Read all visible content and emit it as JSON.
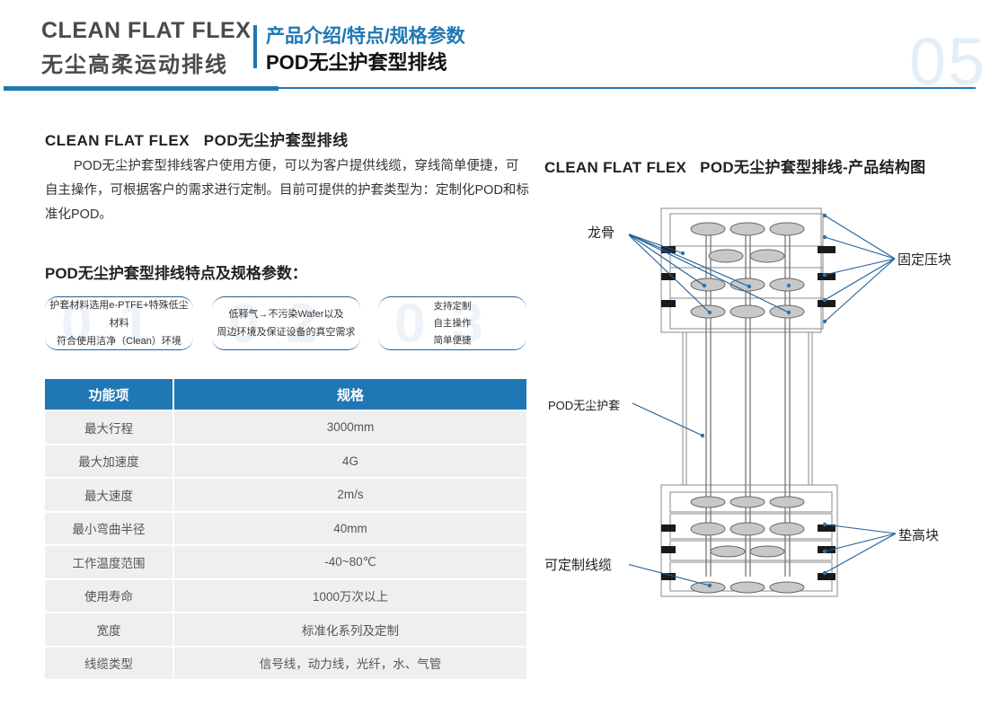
{
  "header": {
    "brand_en": "CLEAN FLAT FLEX",
    "brand_cn": "无尘高柔运动排线",
    "subtitle": "产品介绍/特点/规格参数",
    "title": "POD无尘护套型排线",
    "page_number": "05"
  },
  "intro": {
    "heading": "CLEAN FLAT FLEX   POD无尘护套型排线",
    "paragraph": "POD无尘护套型排线客户使用方便，可以为客户提供线缆，穿线简单便捷，可自主操作，可根据客户的需求进行定制。目前可提供的护套类型为：定制化POD和标准化POD。"
  },
  "features": {
    "heading": "POD无尘护套型排线特点及规格参数：",
    "items": [
      {
        "num": "01",
        "lines": [
          "护套材料选用e-PTFE+特殊低尘材料",
          "符合使用洁净（Clean）环境"
        ]
      },
      {
        "num": "02",
        "lines": [
          "低释气→不污染Wafer以及",
          "周边环境及保证设备的真空需求"
        ]
      },
      {
        "num": "03",
        "lines": [
          "支持定制",
          "自主操作",
          "简单便捷"
        ]
      }
    ]
  },
  "spec_table": {
    "headers": [
      "功能项",
      "规格"
    ],
    "rows": [
      [
        "最大行程",
        "3000mm"
      ],
      [
        "最大加速度",
        "4G"
      ],
      [
        "最大速度",
        "2m/s"
      ],
      [
        "最小弯曲半径",
        "40mm"
      ],
      [
        "工作温度范围",
        "-40~80℃"
      ],
      [
        "使用寿命",
        "1000万次以上"
      ],
      [
        "宽度",
        "标准化系列及定制"
      ],
      [
        "线缆类型",
        "信号线，动力线，光纤，水、气管"
      ]
    ]
  },
  "diagram": {
    "heading": "CLEAN FLAT FLEX   POD无尘护套型排线-产品结构图",
    "labels": {
      "keel": "龙骨",
      "fixed_block": "固定压块",
      "pod_sheath": "POD无尘护套",
      "spacer": "垫高块",
      "cable": "可定制线缆"
    }
  },
  "colors": {
    "accent": "#1f78b4",
    "text": "#222222",
    "row_bg": "#efefef"
  }
}
